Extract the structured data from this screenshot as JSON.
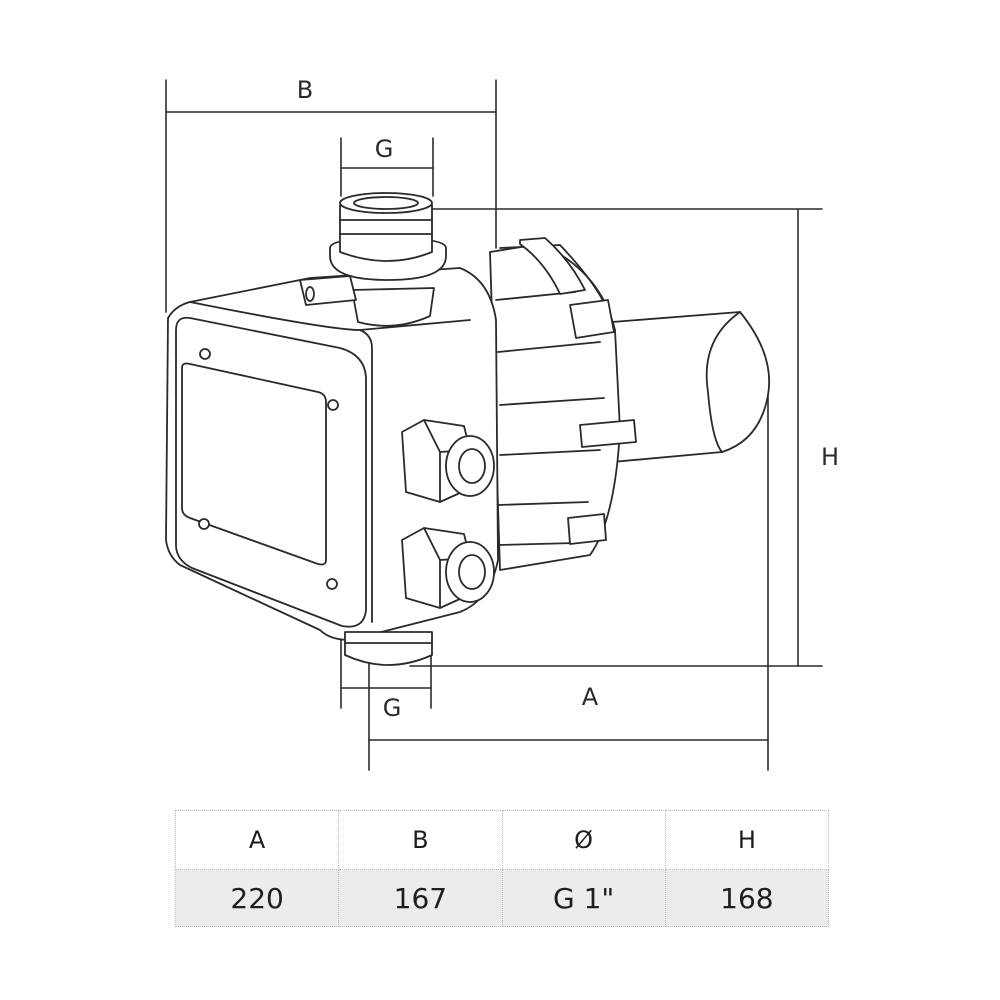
{
  "drawing": {
    "dimension_labels": {
      "B": "B",
      "G_top": "G",
      "G_bottom": "G",
      "A": "A",
      "H": "H"
    }
  },
  "spec_table": {
    "headers": [
      "A",
      "B",
      "Ø",
      "H"
    ],
    "values": [
      "220",
      "167",
      "G 1\"",
      "168"
    ]
  },
  "colors": {
    "line": "#2a2a2a",
    "table_value_bg": "#ececec",
    "table_border": "#b8b8b8"
  }
}
